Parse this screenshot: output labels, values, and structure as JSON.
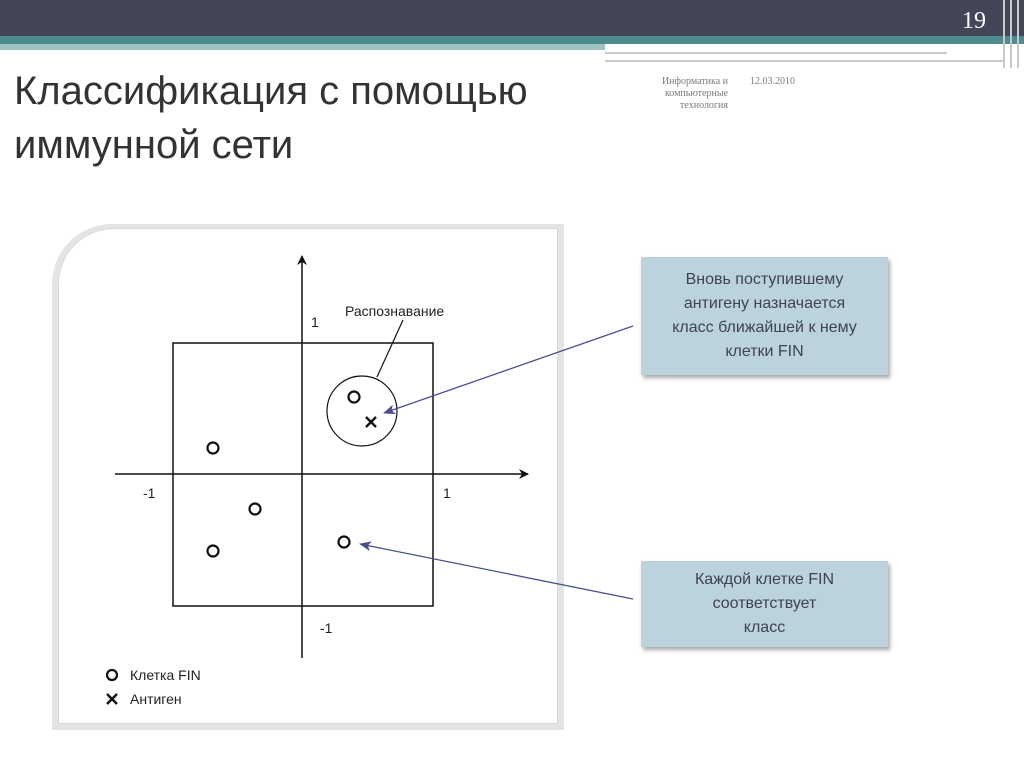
{
  "slide": {
    "page_number": "19",
    "title_line1": "Классификация с помощью",
    "title_line2": "иммунной сети",
    "course": "Информатика и компьютерные технология",
    "date": "12.03.2010"
  },
  "diagram": {
    "recognition_label": "Распознавание",
    "axis_labels": {
      "y_top": "1",
      "y_bottom": "-1",
      "x_left": "-1",
      "x_right": "1"
    },
    "legend": {
      "fin_cell": "Клетка FIN",
      "antigen": "Антиген"
    }
  },
  "callouts": {
    "top": "Вновь поступившему\nантигену назначается\nкласс ближайшей к нему\nклетки FIN",
    "bottom": "Каждой клетке FIN\nсоответствует\nкласс"
  },
  "colors": {
    "header_bar": "#434657",
    "accent_teal": "#4e8b8e",
    "callout_fill": "#bcd2dd",
    "arrow": "#4a4f8c"
  }
}
